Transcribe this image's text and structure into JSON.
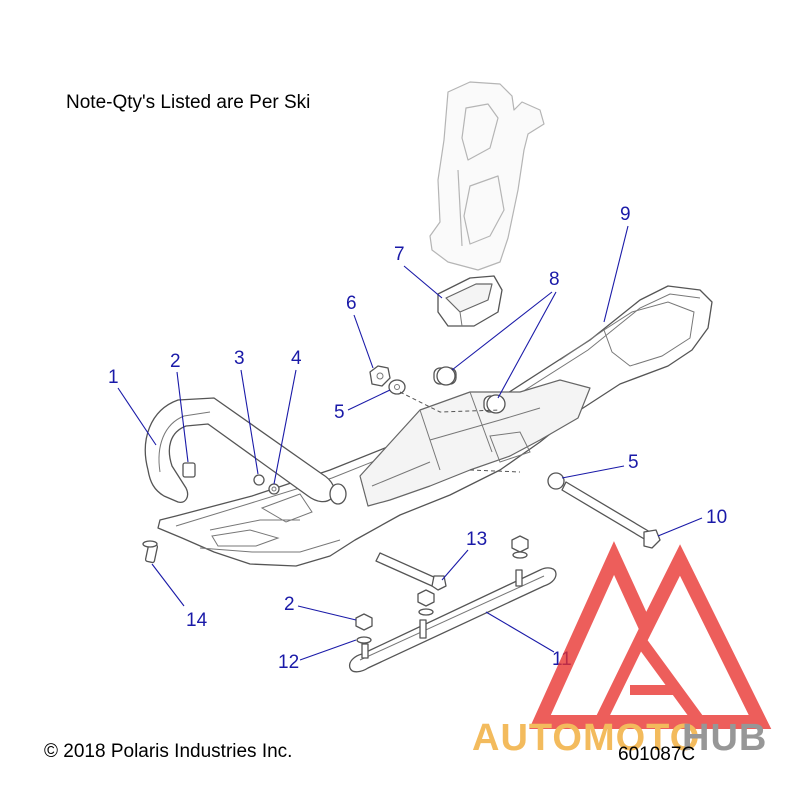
{
  "note": "Note-Qty's Listed are Per Ski",
  "copyright": "© 2018 Polaris Industries Inc.",
  "part_number": "601087C",
  "callouts": [
    "1",
    "2",
    "3",
    "4",
    "5",
    "6",
    "7",
    "8",
    "9",
    "5",
    "10",
    "13",
    "2",
    "12",
    "11",
    "14"
  ],
  "watermark": {
    "text_auto": "AUTOMOTO",
    "text_hub": "HUB",
    "colors": {
      "triangle": "#e8322e",
      "auto": "#f0a830",
      "hub": "#7a7a7a"
    }
  }
}
